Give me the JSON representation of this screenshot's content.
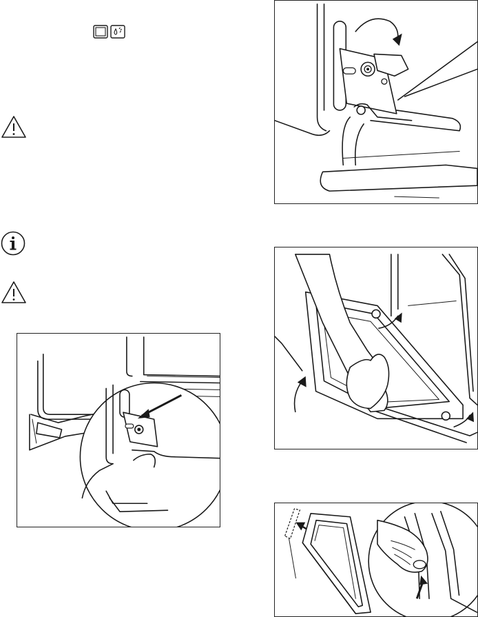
{
  "page": {
    "icons": {
      "oven_function_icon": "oven-light-icon",
      "steam_function_icon": "steam-clean-icon",
      "warning_icon_1": "warning-icon",
      "info_icon": "info-icon",
      "warning_icon_2": "warning-icon"
    },
    "figures": [
      "figure-hinge-detail",
      "figure-hinge-lever-rotate",
      "figure-door-lift-remove",
      "figure-glass-panel-remove"
    ]
  }
}
